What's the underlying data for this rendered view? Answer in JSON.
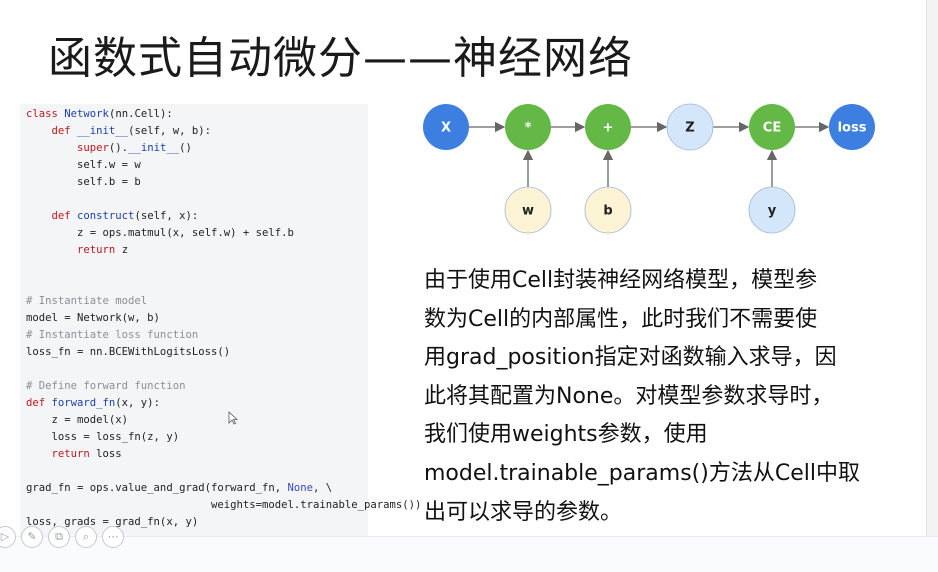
{
  "slide": {
    "title": "函数式自动微分——神经网络"
  },
  "code": {
    "lines": [
      [
        {
          "t": "class ",
          "c": "kw"
        },
        {
          "t": "Network",
          "c": "fn"
        },
        {
          "t": "(nn.Cell):",
          "c": ""
        }
      ],
      [
        {
          "t": "    ",
          "c": ""
        },
        {
          "t": "def ",
          "c": "kw"
        },
        {
          "t": "__init__",
          "c": "fn"
        },
        {
          "t": "(self, w, b):",
          "c": ""
        }
      ],
      [
        {
          "t": "        ",
          "c": ""
        },
        {
          "t": "super",
          "c": "kw"
        },
        {
          "t": "().",
          "c": ""
        },
        {
          "t": "__init__",
          "c": "fn"
        },
        {
          "t": "()",
          "c": ""
        }
      ],
      [
        {
          "t": "        self.w = w",
          "c": ""
        }
      ],
      [
        {
          "t": "        self.b = b",
          "c": ""
        }
      ],
      [],
      [
        {
          "t": "    ",
          "c": ""
        },
        {
          "t": "def ",
          "c": "kw"
        },
        {
          "t": "construct",
          "c": "fn"
        },
        {
          "t": "(self, x):",
          "c": ""
        }
      ],
      [
        {
          "t": "        z = ops.matmul(x, self.w) + self.b",
          "c": ""
        }
      ],
      [
        {
          "t": "        ",
          "c": ""
        },
        {
          "t": "return",
          "c": "kw"
        },
        {
          "t": " z",
          "c": ""
        }
      ],
      [],
      [],
      [
        {
          "t": "# Instantiate model",
          "c": "cm"
        }
      ],
      [
        {
          "t": "model = Network(w, b)",
          "c": ""
        }
      ],
      [
        {
          "t": "# Instantiate loss function",
          "c": "cm"
        }
      ],
      [
        {
          "t": "loss_fn = nn.BCEWithLogitsLoss()",
          "c": ""
        }
      ],
      [],
      [
        {
          "t": "# Define forward function",
          "c": "cm"
        }
      ],
      [
        {
          "t": "def ",
          "c": "kw"
        },
        {
          "t": "forward_fn",
          "c": "fn"
        },
        {
          "t": "(x, y):",
          "c": ""
        }
      ],
      [
        {
          "t": "    z = model(x)",
          "c": ""
        }
      ],
      [
        {
          "t": "    loss = loss_fn(z, y)",
          "c": ""
        }
      ],
      [
        {
          "t": "    ",
          "c": ""
        },
        {
          "t": "return",
          "c": "kw"
        },
        {
          "t": " loss",
          "c": ""
        }
      ],
      [],
      [
        {
          "t": "grad_fn = ops.value_and_grad(forward_fn, ",
          "c": ""
        },
        {
          "t": "None",
          "c": "bi"
        },
        {
          "t": ", \\",
          "c": ""
        }
      ],
      [
        {
          "t": "                             weights=model.trainable_params())",
          "c": ""
        }
      ],
      [
        {
          "t": "loss, grads = grad_fn(x, y)",
          "c": ""
        }
      ]
    ]
  },
  "graph": {
    "nodes": [
      {
        "id": "X",
        "label": "X",
        "color": "#3d7fe0",
        "text_color": "#ffffff"
      },
      {
        "id": "mul",
        "label": "*",
        "color": "#64b946",
        "text_color": "#ffffff"
      },
      {
        "id": "add",
        "label": "+",
        "color": "#64b946",
        "text_color": "#ffffff"
      },
      {
        "id": "Z",
        "label": "Z",
        "color": "#d4e6fa",
        "text_color": "#222222"
      },
      {
        "id": "CE",
        "label": "CE",
        "color": "#64b946",
        "text_color": "#ffffff"
      },
      {
        "id": "loss",
        "label": "loss",
        "color": "#3d7fe0",
        "text_color": "#ffffff"
      },
      {
        "id": "w",
        "label": "w",
        "color": "#fdf3d5",
        "text_color": "#222222"
      },
      {
        "id": "b",
        "label": "b",
        "color": "#fdf3d5",
        "text_color": "#222222"
      },
      {
        "id": "y",
        "label": "y",
        "color": "#d4e6fa",
        "text_color": "#222222"
      }
    ],
    "edges": [
      [
        "X",
        "mul"
      ],
      [
        "mul",
        "add"
      ],
      [
        "add",
        "Z"
      ],
      [
        "Z",
        "CE"
      ],
      [
        "CE",
        "loss"
      ],
      [
        "w",
        "mul"
      ],
      [
        "b",
        "add"
      ],
      [
        "y",
        "CE"
      ]
    ]
  },
  "description": {
    "lines": [
      "由于使用Cell封装神经网络模型，模型参",
      "数为Cell的内部属性，此时我们不需要使",
      "用grad_position指定对函数输入求导，因",
      "此将其配置为None。对模型参数求导时，",
      "我们使用weights参数，使用",
      "model.trainable_params()方法从Cell中取",
      "出可以求导的参数。"
    ]
  },
  "toolbar": {
    "buttons": [
      {
        "name": "play-icon",
        "glyph": "▷"
      },
      {
        "name": "pen-icon",
        "glyph": "✎"
      },
      {
        "name": "copy-slides-icon",
        "glyph": "⧉"
      },
      {
        "name": "zoom-icon",
        "glyph": "⌕"
      },
      {
        "name": "more-icon",
        "glyph": "⋯"
      }
    ]
  }
}
